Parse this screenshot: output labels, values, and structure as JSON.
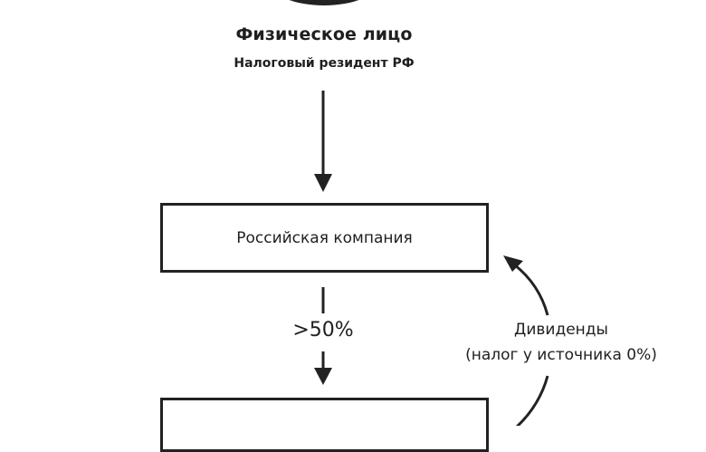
{
  "nodes": {
    "top": {
      "title": "Физическое лицо",
      "subtitle": "Налоговый резидент РФ"
    },
    "middle": {
      "label": "Российская компания"
    },
    "bottom": {
      "label": ""
    }
  },
  "edges": {
    "ownership": {
      "label": ">50%"
    },
    "dividends": {
      "line1": "Дивиденды",
      "line2": "(налог у источника 0%)"
    }
  },
  "colors": {
    "ink": "#222222",
    "background": "#ffffff"
  }
}
